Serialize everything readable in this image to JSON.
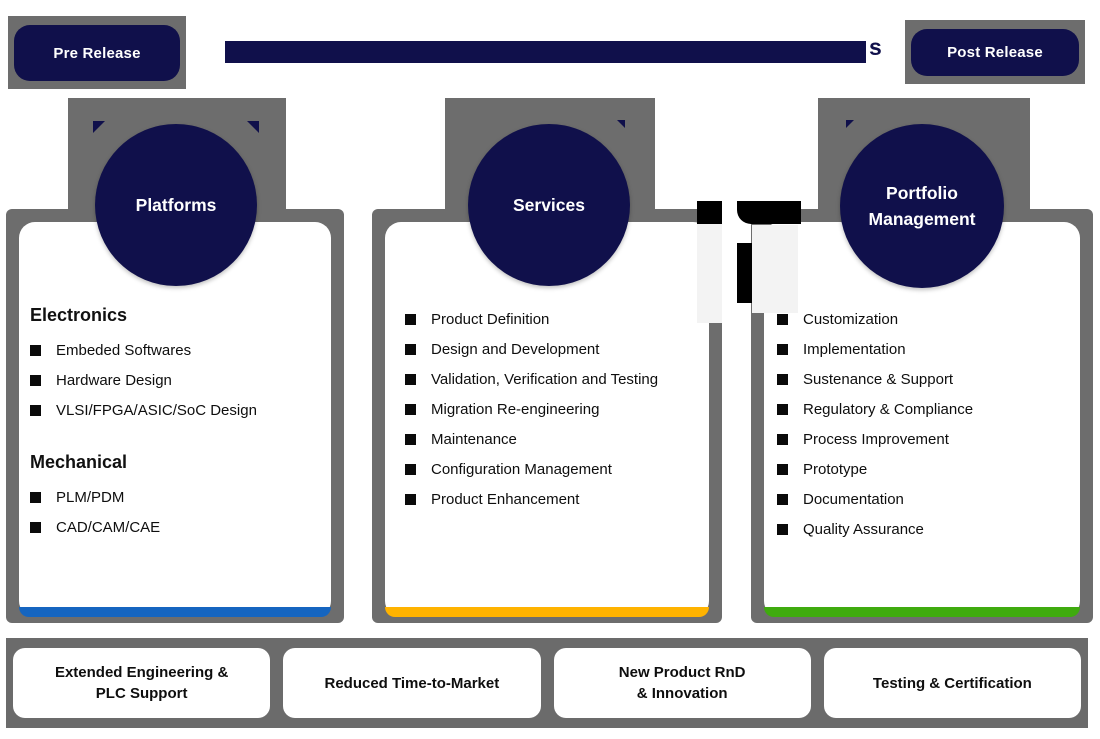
{
  "header": {
    "pre_release_label": "Pre Release",
    "post_release_label": "Post Release",
    "title_visible_letter": "s"
  },
  "columns": [
    {
      "title": "Platforms",
      "accent_color": "#1565C0",
      "sections": [
        {
          "heading": "Electronics",
          "items": [
            "Embeded Softwares",
            "Hardware Design",
            "VLSI/FPGA/ASIC/SoC Design"
          ]
        },
        {
          "heading": "Mechanical",
          "items": [
            "PLM/PDM",
            "CAD/CAM/CAE"
          ]
        }
      ]
    },
    {
      "title": "Services",
      "accent_color": "#FFB300",
      "items": [
        "Product Definition",
        "Design and Development",
        "Validation, Verification and Testing",
        "Migration Re-engineering",
        "Maintenance",
        "Configuration Management",
        "Product Enhancement"
      ]
    },
    {
      "title": "Portfolio\nManagement",
      "accent_color": "#3FAB0E",
      "items": [
        "Customization",
        "Implementation",
        "Sustenance & Support",
        "Regulatory & Compliance",
        "Process Improvement",
        "Prototype",
        "Documentation",
        "Quality Assurance"
      ]
    }
  ],
  "footer": {
    "boxes": [
      "Extended Engineering &\nPLC Support",
      "Reduced Time-to-Market",
      "New Product RnD\n& Innovation",
      "Testing & Certification"
    ]
  },
  "colors": {
    "navy": "#10104b",
    "frame": "#6d6d6d",
    "band": "#6b6b6b"
  }
}
